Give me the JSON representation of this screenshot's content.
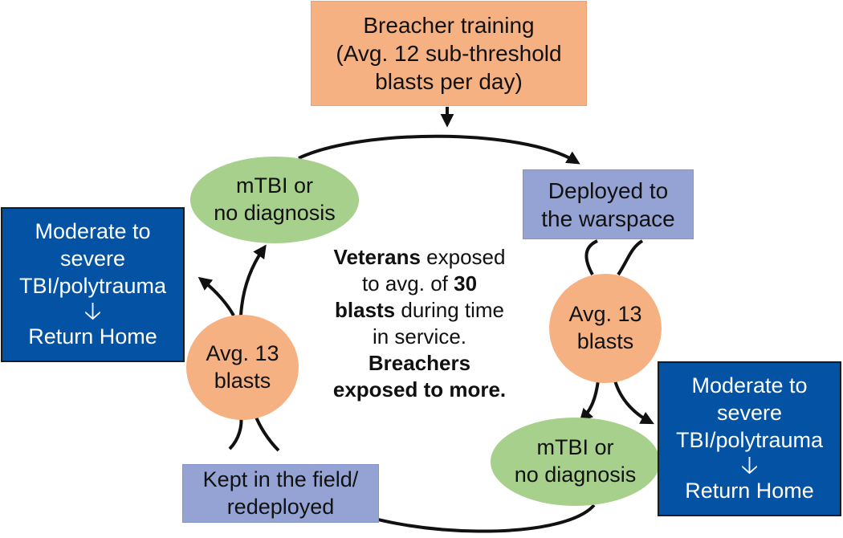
{
  "nodes": {
    "breacher_training": [
      "Breacher training",
      "(Avg. 12 sub-threshold",
      "blasts per day)"
    ],
    "deployed": [
      "Deployed to",
      "the warspace"
    ],
    "mtbi_top": [
      "mTBI or",
      "no diagnosis"
    ],
    "avg_right": [
      "Avg. 13",
      "blasts"
    ],
    "avg_left": [
      "Avg. 13",
      "blasts"
    ],
    "mtbi_bottom": [
      "mTBI or",
      "no diagnosis"
    ],
    "kept": [
      "Kept in the field/",
      "redeployed"
    ],
    "severe_left": [
      "Moderate to",
      "severe",
      "TBI/polytrauma",
      "Return Home"
    ],
    "severe_right": [
      "Moderate to",
      "severe",
      "TBI/polytrauma",
      "Return Home"
    ]
  },
  "center": {
    "veterans_bold": "Veterans",
    "line1_rest": " exposed",
    "line2": "to avg. of ",
    "thirty_bold": "30",
    "blasts_bold": "blasts",
    "line3_rest": " during time",
    "line4": "in service.",
    "breachers_bold": "Breachers",
    "exposed_more_bold": "exposed to more."
  },
  "arrow_glyph": "🡣",
  "colors": {
    "orange": "#f6b183",
    "purple": "#95a3d4",
    "blue": "#0352a3",
    "green": "#a7d08c",
    "arrow": "#111111"
  }
}
